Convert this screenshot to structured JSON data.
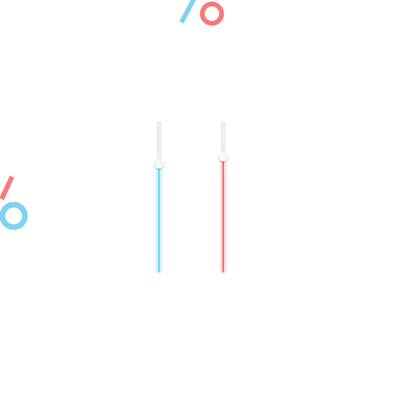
{
  "logo": {
    "glyph": "%",
    "colors": {
      "blue": "#7dd3f0",
      "red": "#f37b79"
    }
  },
  "sliders": [
    {
      "id": "blue",
      "color": "#66d2f2",
      "glow": "#d3f0fb",
      "value_fraction": 0.72
    },
    {
      "id": "red",
      "color": "#ee6c6a",
      "glow": "#fbdede",
      "value_fraction": 0.77
    }
  ]
}
